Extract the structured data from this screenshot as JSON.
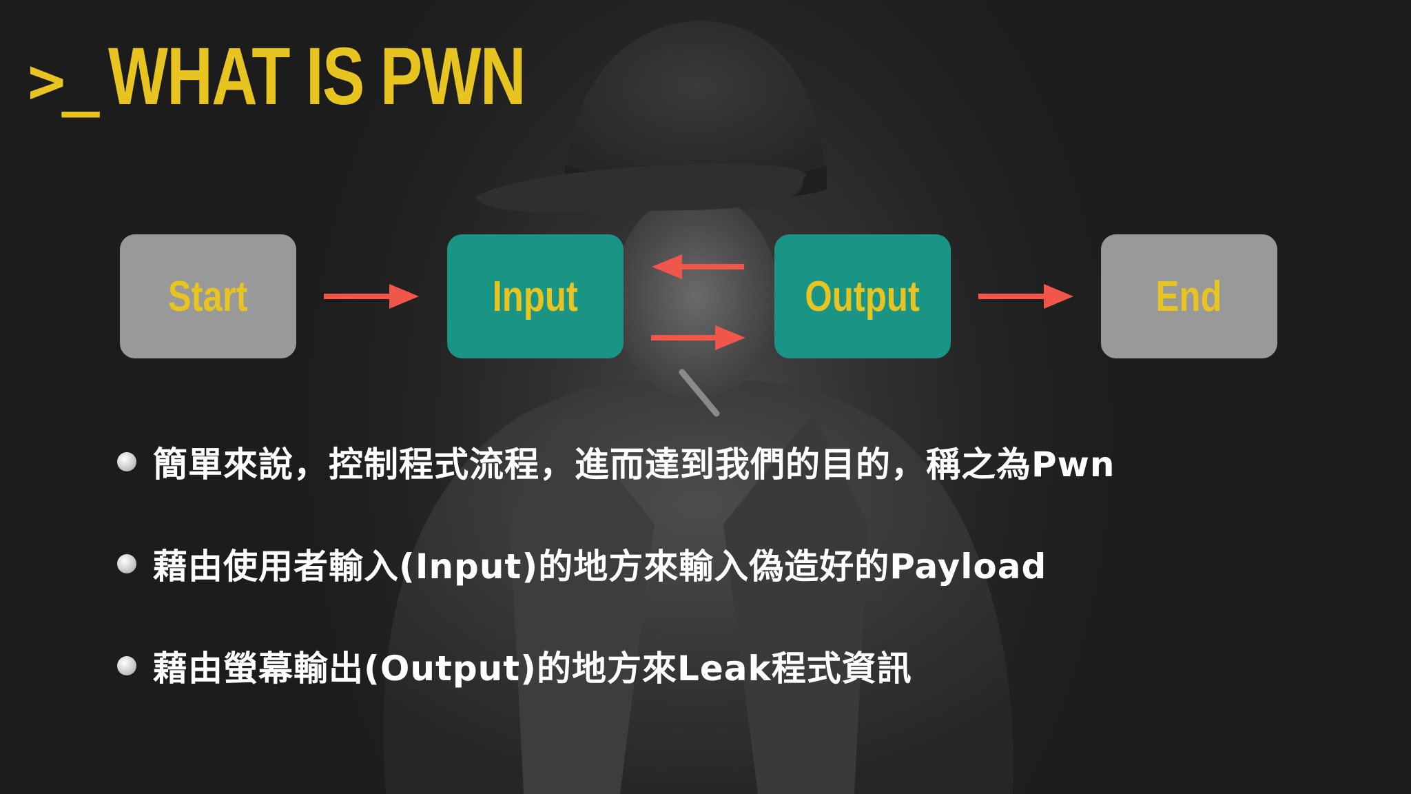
{
  "title": {
    "prompt": ">_",
    "text": "WHAT IS PWN"
  },
  "flow": {
    "nodes": [
      {
        "label": "Start"
      },
      {
        "label": "Input"
      },
      {
        "label": "Output"
      },
      {
        "label": "End"
      }
    ]
  },
  "bullets": [
    {
      "text": "簡單來說，控制程式流程，進而達到我們的目的，稱之為Pwn"
    },
    {
      "text": "藉由使用者輸入(Input)的地方來輸入偽造好的Payload"
    },
    {
      "text": "藉由螢幕輸出(Output)的地方來Leak程式資訊"
    }
  ],
  "colors": {
    "accent": "#e8c420",
    "teal": "#1a9484",
    "gray": "#9a999a",
    "arrow": "#f0564a",
    "background": "#1d1d1d"
  }
}
